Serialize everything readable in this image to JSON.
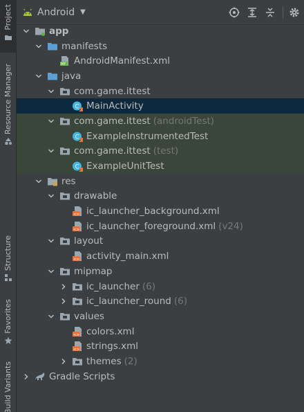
{
  "tool_strip": {
    "project": "Project",
    "resource_manager": "Resource Manager",
    "structure": "Structure",
    "favorites": "Favorites",
    "build_variants": "Build Variants"
  },
  "header": {
    "view_title": "Android"
  },
  "tree": {
    "app": "app",
    "manifests": "manifests",
    "android_manifest": "AndroidManifest.xml",
    "java": "java",
    "pkg_main": "com.game.ittest",
    "main_activity": "MainActivity",
    "pkg_android_test": "com.game.ittest",
    "pkg_android_test_hint": "(androidTest)",
    "example_instrumented_test": "ExampleInstrumentedTest",
    "pkg_test": "com.game.ittest",
    "pkg_test_hint": "(test)",
    "example_unit_test": "ExampleUnitTest",
    "res": "res",
    "drawable": "drawable",
    "ic_launcher_background": "ic_launcher_background.xml",
    "ic_launcher_foreground": "ic_launcher_foreground.xml",
    "ic_launcher_foreground_hint": "(v24)",
    "layout": "layout",
    "activity_main": "activity_main.xml",
    "mipmap": "mipmap",
    "ic_launcher": "ic_launcher",
    "ic_launcher_hint": "(6)",
    "ic_launcher_round": "ic_launcher_round",
    "ic_launcher_round_hint": "(6)",
    "values": "values",
    "colors": "colors.xml",
    "strings": "strings.xml",
    "themes": "themes",
    "themes_hint": "(2)",
    "gradle_scripts": "Gradle Scripts"
  },
  "colors": {
    "accent_android": "#a4c639",
    "folder_blue": "#5c9fd6",
    "folder_gray": "#9aa7b0",
    "selected_bg": "#0d293e",
    "test_bg": "#3a4639",
    "hint": "#787878"
  }
}
